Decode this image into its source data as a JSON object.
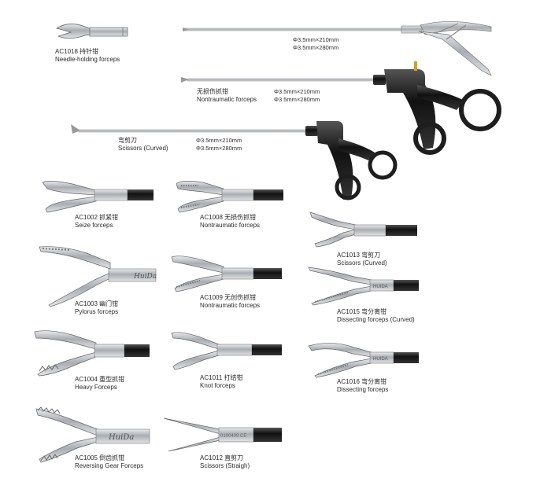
{
  "products": [
    {
      "code": "AC1018",
      "zh": "持针钳",
      "en": "Needle-holding forceps"
    },
    {
      "code": "AC1002",
      "zh": "抓紧钳",
      "en": "Seize forceps"
    },
    {
      "code": "AC1008",
      "zh": "无损伤抓钳",
      "en": "Nontraumatic forceps"
    },
    {
      "code": "AC1013",
      "zh": "弯剪刀",
      "en": "Scissors (Curved)"
    },
    {
      "code": "AC1003",
      "zh": "幽门钳",
      "en": "Pylorus forceps"
    },
    {
      "code": "AC1009",
      "zh": "无创伤抓钳",
      "en": "Nontraumatic forceps"
    },
    {
      "code": "AC1015",
      "zh": "弯分离钳",
      "en": "Dissecting forceps (Curved)"
    },
    {
      "code": "AC1004",
      "zh": "重型抓钳",
      "en": "Heavy Forceps"
    },
    {
      "code": "AC1011",
      "zh": "打结钳",
      "en": "Knot forceps"
    },
    {
      "code": "AC1016",
      "zh": "弯分离钳",
      "en": "Dissecting forceps"
    },
    {
      "code": "AC1005",
      "zh": "倒齿抓钳",
      "en": "Reversing Gear Forceps"
    },
    {
      "code": "AC1012",
      "zh": "直剪刀",
      "en": "Scissors (Straigh)"
    }
  ],
  "long_instruments": [
    {
      "zh": "",
      "en": "",
      "specs": [
        "Φ3.5mm×210mm",
        "Φ3.5mm×280mm"
      ]
    },
    {
      "zh": "无损伤抓钳",
      "en": "Nontraumatic forceps",
      "specs": [
        "Φ3.5mm×210mm",
        "Φ3.5mm×280mm"
      ]
    },
    {
      "zh": "弯剪刀",
      "en": "Scissors (Curved)",
      "specs": [
        "Φ3.5mm×210mm",
        "Φ3.5mm×280mm"
      ]
    }
  ],
  "engravings": {
    "brand": "HUIDA",
    "script": "HuiDa",
    "serial": "0100409 CE"
  },
  "colors": {
    "steel": "#b8bcc0",
    "steel_dark": "#6e7378",
    "black": "#1e1e1e",
    "gold": "#c9a227"
  }
}
